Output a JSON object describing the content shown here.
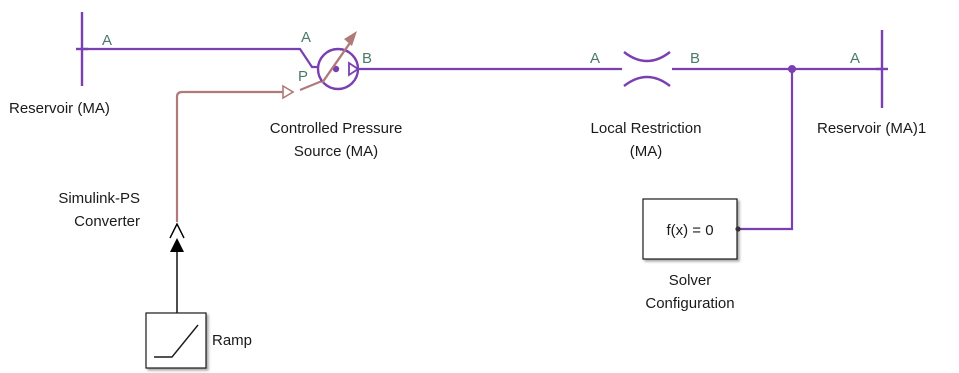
{
  "blocks": {
    "reservoir_left": {
      "label": "Reservoir (MA)",
      "port": "A"
    },
    "pressure_source": {
      "label_line1": "Controlled Pressure",
      "label_line2": "Source (MA)",
      "port_a": "A",
      "port_b": "B",
      "port_p": "P"
    },
    "restriction": {
      "label_line1": "Local Restriction",
      "label_line2": "(MA)",
      "port_a": "A",
      "port_b": "B"
    },
    "reservoir_right": {
      "label": "Reservoir (MA)1",
      "port": "A"
    },
    "converter": {
      "label_line1": "Simulink-PS",
      "label_line2": "Converter"
    },
    "solver": {
      "text": "f(x) = 0",
      "label_line1": "Solver",
      "label_line2": "Configuration"
    },
    "ramp": {
      "label": "Ramp"
    }
  },
  "colors": {
    "fluid_line": "#7a3fb0",
    "signal_line": "#b07a78",
    "simulink_line": "#000000",
    "port_text": "#4a7a6a"
  }
}
